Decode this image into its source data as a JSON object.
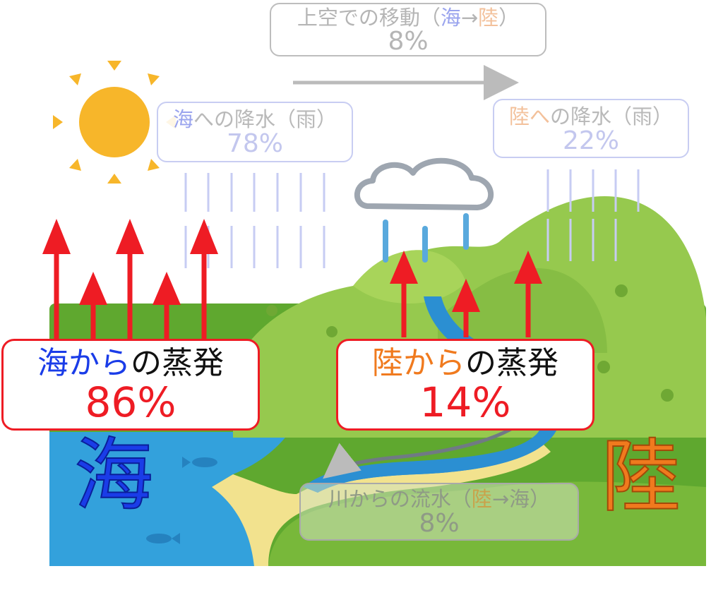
{
  "colors": {
    "sea": "#1a3ce8",
    "land": "#f07a1e",
    "arrow_red": "#ee1c24",
    "hill_green": "#8bc34a",
    "water_blue": "#2f96d7",
    "sun": "#f7b62a"
  },
  "icons": [
    "sun-icon",
    "cloud-icon",
    "fish-icon"
  ],
  "transport_air": {
    "label_prefix": "上空での移動（",
    "label_from": "海",
    "label_arrow": "→",
    "label_to": "陸",
    "label_suffix": "）",
    "percent": "8%"
  },
  "rain_sea": {
    "label_prefix": "海",
    "label_rest": "への降水（雨）",
    "percent": "78%"
  },
  "rain_land": {
    "label_prefix": "陸へ",
    "label_rest": "の降水（雨）",
    "percent": "22%"
  },
  "evap_sea": {
    "label_colored": "海から",
    "label_rest": "の蒸発",
    "percent": "86%"
  },
  "evap_land": {
    "label_colored": "陸から",
    "label_rest": "の蒸発",
    "percent": "14%"
  },
  "river": {
    "label_prefix": "川からの流水（",
    "label_from": "陸",
    "label_arrow": "→",
    "label_to": "海",
    "label_suffix": "）",
    "percent": "8%"
  },
  "region_sea": "海",
  "region_land": "陸"
}
